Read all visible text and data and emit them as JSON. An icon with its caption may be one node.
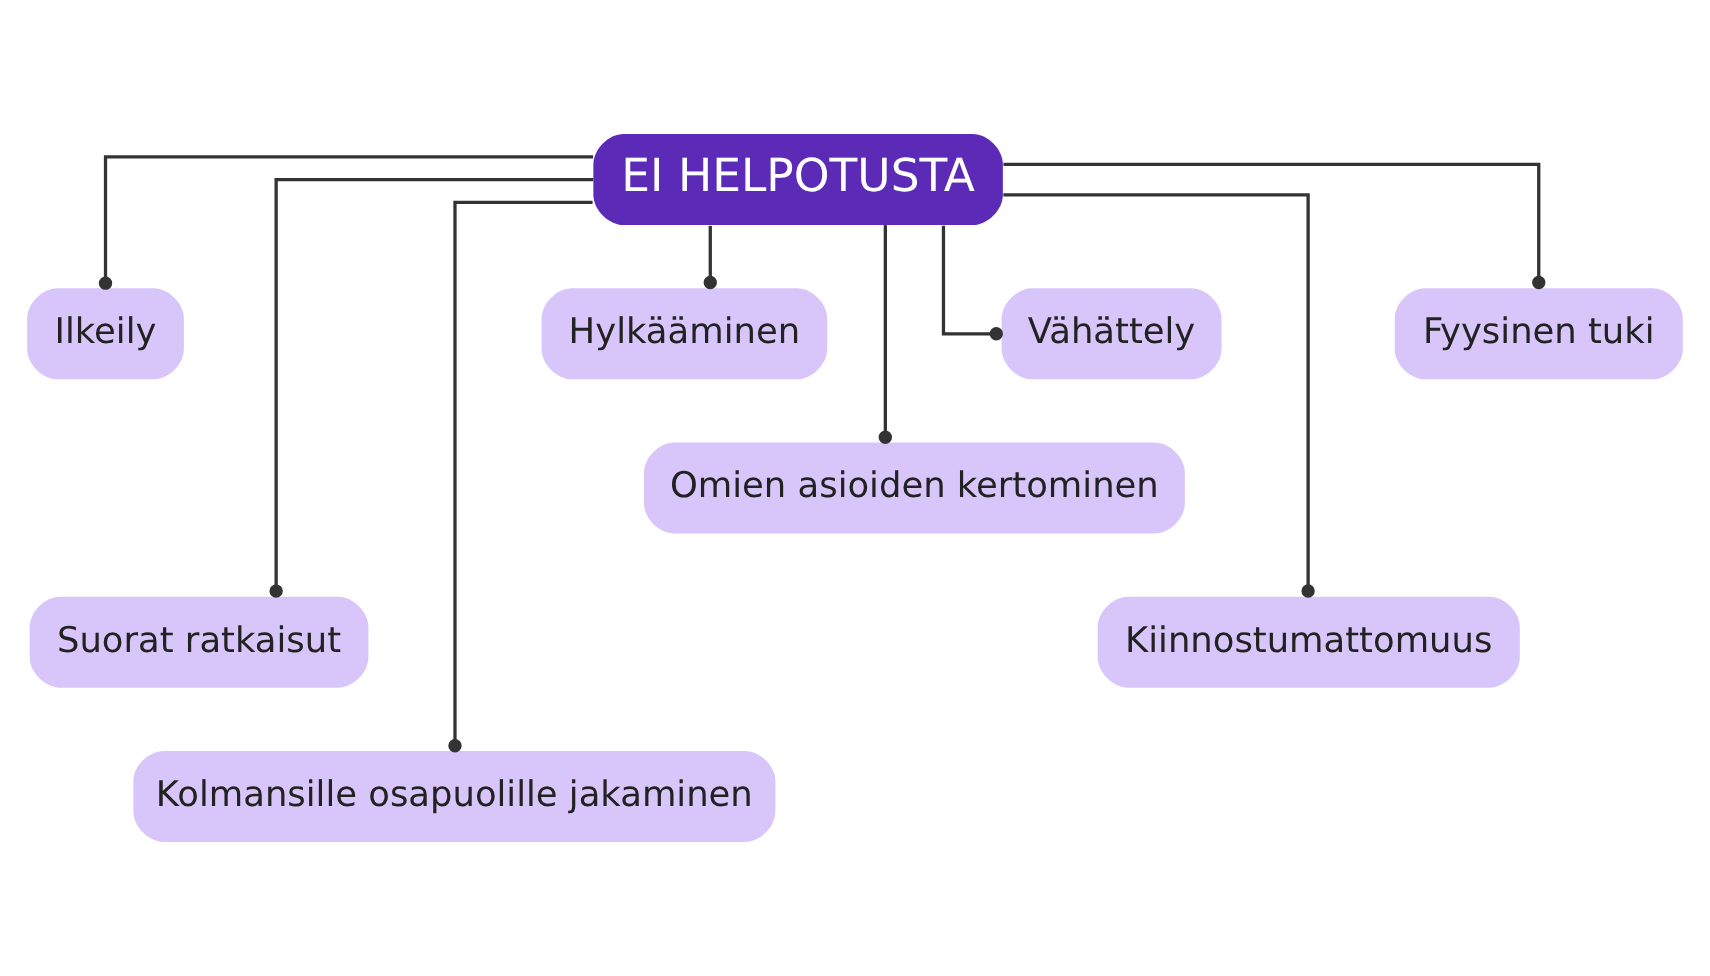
{
  "diagram": {
    "nodes": [
      {
        "text": [
          "EI HELPOTUSTA"
        ]
      },
      {
        "text": [
          "Ilkeily"
        ]
      },
      {
        "text": [
          "Suorat ratkaisut"
        ]
      },
      {
        "text": [
          "Kolmansille osapuolille jakaminen"
        ]
      },
      {
        "text": [
          "Hylkääminen"
        ]
      },
      {
        "text": [
          "Omien asioiden kertominen"
        ]
      },
      {
        "text": [
          "Vähättely"
        ]
      },
      {
        "text": [
          "Kiinnostumattomuus"
        ]
      },
      {
        "text": [
          "Fyysinen tuki"
        ]
      }
    ],
    "edges": [
      {
        "from": 0,
        "to": 1,
        "arrow": "other"
      },
      {
        "from": 0,
        "to": 2,
        "arrow": "other"
      },
      {
        "from": 0,
        "to": 3,
        "arrow": "other"
      },
      {
        "from": 0,
        "to": 4,
        "arrow": "other"
      },
      {
        "from": 0,
        "to": 5,
        "arrow": "other"
      },
      {
        "from": 0,
        "to": 6,
        "arrow": "other"
      },
      {
        "from": 0,
        "to": 7,
        "arrow": "other"
      },
      {
        "from": 0,
        "to": 8,
        "arrow": "other"
      }
    ]
  }
}
